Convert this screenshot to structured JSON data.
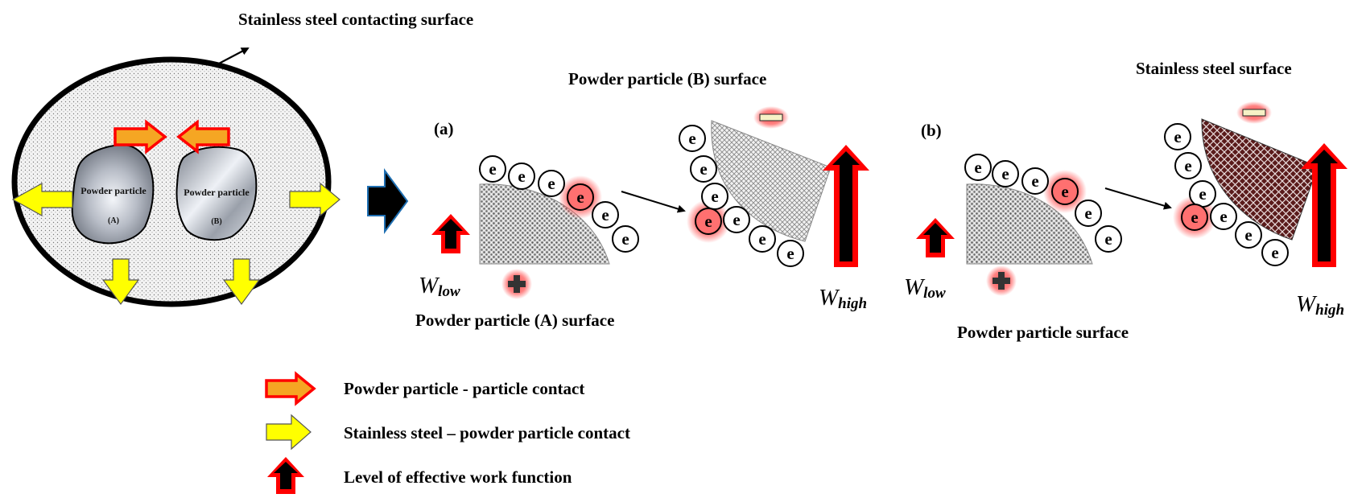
{
  "overview": {
    "contact_surface_label": "Stainless steel contacting surface",
    "particle_a": {
      "name": "Powder particle",
      "tag": "(A)"
    },
    "particle_b": {
      "name": "Powder particle",
      "tag": "(B)"
    }
  },
  "panel_a": {
    "tag": "(a)",
    "top_label": "Powder particle (B) surface",
    "bottom_label": "Powder particle (A) surface",
    "electron": "e",
    "w_low_main": "W",
    "w_low_sub": "low",
    "w_high_main": "W",
    "w_high_sub": "high"
  },
  "panel_b": {
    "tag": "(b)",
    "top_label": "Stainless steel surface",
    "bottom_label": "Powder particle surface",
    "electron": "e",
    "w_low_main": "W",
    "w_low_sub": "low",
    "w_high_main": "W",
    "w_high_sub": "high"
  },
  "legend": {
    "items": [
      {
        "label": "Powder particle - particle contact",
        "icon": "orange-arrow"
      },
      {
        "label": "Stainless steel – powder particle contact",
        "icon": "yellow-arrow"
      },
      {
        "label": "Level of effective work function",
        "icon": "red-black-up-arrow"
      }
    ]
  },
  "colors": {
    "orange_arrow_fill": "#f5a623",
    "orange_arrow_stroke": "#ff0000",
    "yellow_arrow_fill": "#ffff00",
    "work_arrow_outer": "#ff0000",
    "work_arrow_inner": "#000000",
    "charge_glow": "#ff3333",
    "transition_arrow": "#000000"
  }
}
